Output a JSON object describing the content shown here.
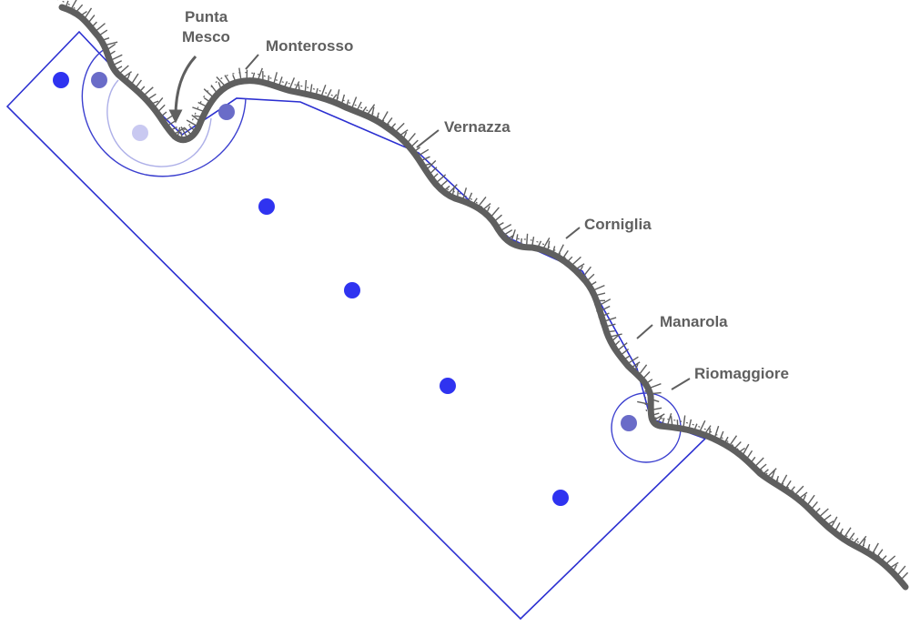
{
  "map": {
    "colors": {
      "coast": "#5f5f5f",
      "label_text": "#5f5f5f",
      "survey_area": "#2b2fd1",
      "buoy": "#2f33f0",
      "buoy_muted": "#6a6cc8",
      "buoy_faint": "#c9c9f1",
      "ring": "#3b3fcf",
      "ring_faint": "#aeb0e8"
    },
    "labels": {
      "punta_mesco_line1": "Punta",
      "punta_mesco_line2": "Mesco",
      "monterosso": "Monterosso",
      "vernazza": "Vernazza",
      "corniglia": "Corniglia",
      "manarola": "Manarola",
      "riomaggiore": "Riomaggiore"
    },
    "icons": {
      "pointer": "curved-arrow-icon",
      "marker": "buoy-dot-icon"
    }
  }
}
